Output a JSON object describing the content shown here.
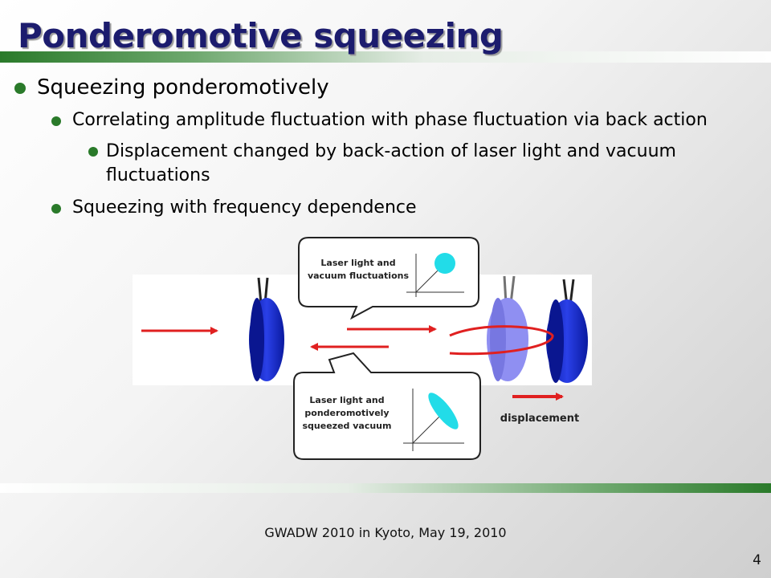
{
  "slide": {
    "title": "Ponderomotive squeezing",
    "bullets": {
      "b1": "Squeezing ponderomotively",
      "b2": "Correlating amplitude fluctuation with phase fluctuation via back action",
      "b3": "Displacement changed by back-action of laser light and vacuum fluctuations",
      "b4": "Squeezing with frequency dependence"
    },
    "footer": "GWADW 2010 in Kyoto, May 19, 2010",
    "page_number": "4"
  },
  "diagram": {
    "callout_top": {
      "line1": "Laser light and",
      "line2": "vacuum fluctuations"
    },
    "callout_bottom": {
      "line1": "Laser light and",
      "line2": "ponderomotively",
      "line3": "squeezed vacuum"
    },
    "displacement_label": "displacement"
  },
  "colors": {
    "title": "#1c1c6e",
    "bullet": "#2a7a2a",
    "mirror": "#1428c8",
    "mirror_ghost": "#6a6aee",
    "beam": "#e02020",
    "fluctuation": "#22dce8"
  }
}
